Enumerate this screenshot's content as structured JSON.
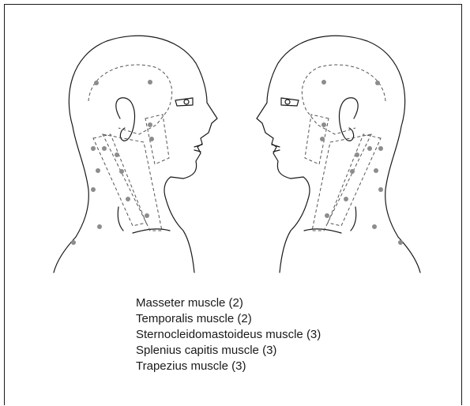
{
  "legend": {
    "items": [
      "Masseter muscle (2)",
      "Temporalis muscle (2)",
      "Sternocleidomastoideus muscle (3)",
      "Splenius capitis muscle (3)",
      "Trapezius muscle (3)"
    ]
  },
  "colors": {
    "line": "#1a1a1a",
    "dashed_outline": "#555555",
    "trigger_point": "#8c8c8c"
  }
}
